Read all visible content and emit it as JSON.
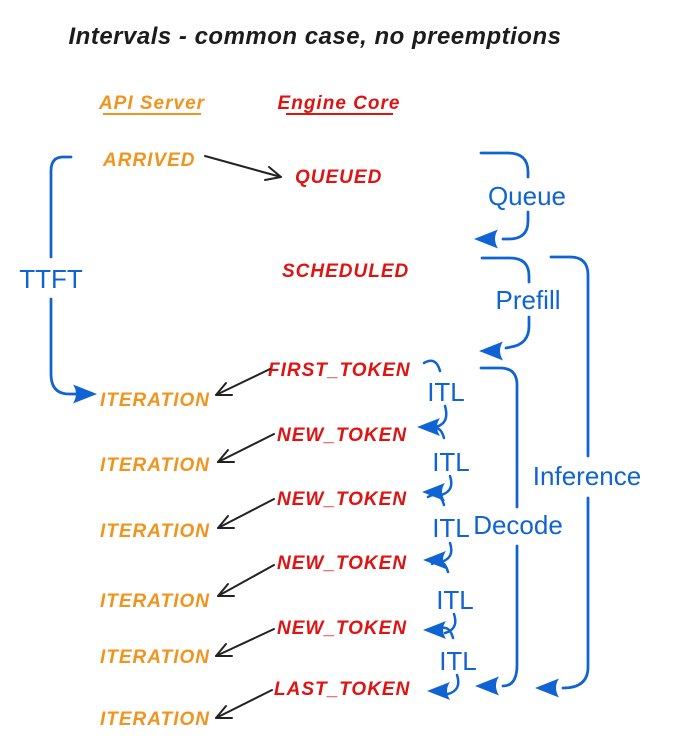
{
  "title": "Intervals - common case, no preemptions",
  "columns": {
    "api_server": "API Server",
    "engine_core": "Engine Core"
  },
  "api_events": {
    "arrived": "ARRIVED",
    "iterations": [
      "ITERATION",
      "ITERATION",
      "ITERATION",
      "ITERATION",
      "ITERATION",
      "ITERATION"
    ]
  },
  "engine_events": {
    "queued": "QUEUED",
    "scheduled": "SCHEDULED",
    "first_token": "FIRST_TOKEN",
    "new_tokens": [
      "NEW_TOKEN",
      "NEW_TOKEN",
      "NEW_TOKEN",
      "NEW_TOKEN"
    ],
    "last_token": "LAST_TOKEN"
  },
  "intervals": {
    "ttft": "TTFT",
    "queue": "Queue",
    "prefill": "Prefill",
    "decode": "Decode",
    "inference": "Inference",
    "itl": [
      "ITL",
      "ITL",
      "ITL",
      "ITL",
      "ITL"
    ]
  },
  "colors": {
    "api_orange": "#f0941e",
    "engine_red": "#e01313",
    "interval_blue": "#1063d2",
    "arrow_black": "#222222",
    "background": "#ffffff"
  }
}
